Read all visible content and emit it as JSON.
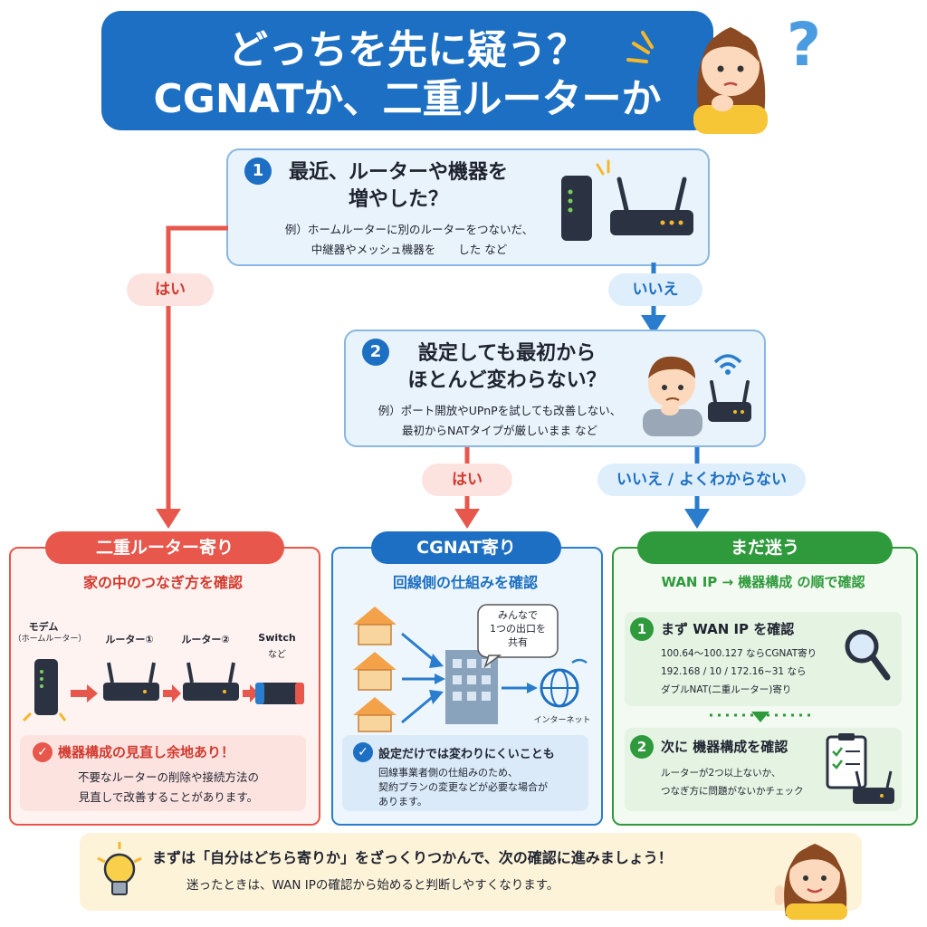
{
  "title": {
    "line1": "どっちを先に疑う？",
    "line2": "CGNATか、二重ルーターか"
  },
  "q1": {
    "num": "1",
    "title_line1": "最近、ルーターや機器を",
    "title_line2": "増やした？",
    "example_line1": "例）ホームルーターに別のルーターをつないだ、",
    "example_line2": "中継器やメッシュ機器を　　した など"
  },
  "q1_yes": "はい",
  "q1_no": "いいえ",
  "q2": {
    "num": "2",
    "title_line1": "設定しても最初から",
    "title_line2": "ほとんど変わらない？",
    "example_line1": "例）ポート開放やUPnPを試しても改善しない、",
    "example_line2": "最初からNATタイプが厳しいまま など"
  },
  "q2_yes": "はい",
  "q2_no": "いいえ / よくわからない",
  "col_double": {
    "header": "二重ルーター寄り",
    "subtitle": "家の中のつなぎ方を確認",
    "modem_label1": "モデム",
    "modem_label2": "（ホームルーター）",
    "router1": "ルーター①",
    "router2": "ルーター②",
    "switch_label1": "Switch",
    "switch_label2": "など",
    "note_title": "機器構成の見直し余地あり！",
    "note_line1": "不要なルーターの削除や接続方法の",
    "note_line2": "見直しで改善することがあります。"
  },
  "col_cgnat": {
    "header": "CGNAT寄り",
    "subtitle": "回線側の仕組みを確認",
    "bubble_line1": "みんなで",
    "bubble_line2": "1つの出口を",
    "bubble_line3": "共有",
    "internet_label": "インターネット",
    "note_title": "設定だけでは変わりにくいことも",
    "note_line1": "回線事業者側の仕組みのため、",
    "note_line2": "契約プランの変更などが必要な場合が",
    "note_line3": "あります。"
  },
  "col_unsure": {
    "header": "まだ迷う",
    "subtitle": "WAN IP → 機器構成 の順で確認",
    "step1_num": "1",
    "step1_title": "まず WAN IP を確認",
    "step1_line1": "100.64～100.127 ならCGNAT寄り",
    "step1_line2": "192.168 / 10 / 172.16~31 なら",
    "step1_line3": "ダブルNAT(二重ルーター)寄り",
    "step2_num": "2",
    "step2_title": "次に 機器構成を確認",
    "step2_line1": "ルーターが2つ以上ないか、",
    "step2_line2": "つなぎ方に問題がないかチェック"
  },
  "tip": {
    "line1": "まずは「自分はどちら寄りか」をざっくりつかんで、次の確認に進みましょう！",
    "line2": "迷ったときは、WAN IPの確認から始めると判断しやすくなります。"
  },
  "colors": {
    "blue": "#1c6fc2",
    "red": "#e7574c",
    "green": "#2f9a3c",
    "light_blue": "#e9f3fc"
  }
}
